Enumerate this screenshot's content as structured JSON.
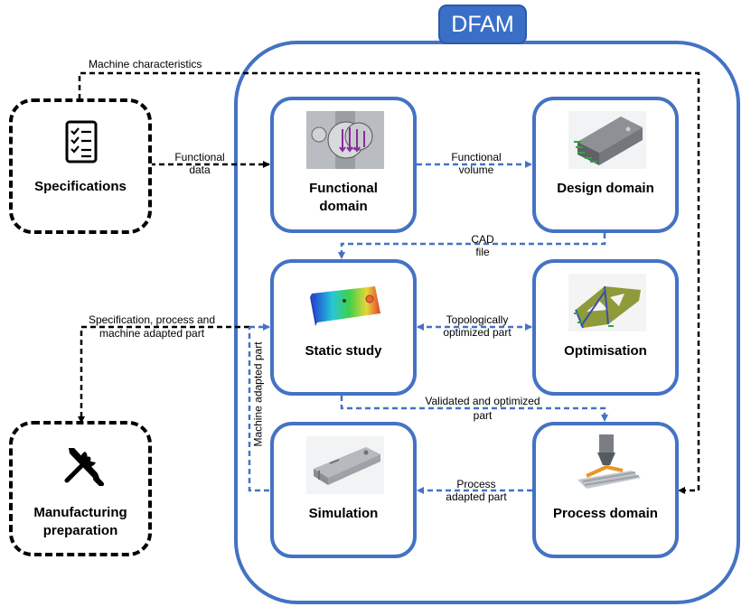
{
  "header": {
    "title": "DFAM"
  },
  "nodes": {
    "specifications": "Specifications",
    "manufacturing_line1": "Manufacturing",
    "manufacturing_line2": "preparation",
    "functional_line1": "Functional",
    "functional_line2": "domain",
    "design": "Design domain",
    "static": "Static study",
    "optimisation": "Optimisation",
    "simulation": "Simulation",
    "process": "Process domain"
  },
  "edges": {
    "machine_characteristics": "Machine characteristics",
    "functional_data_1": "Functional",
    "functional_data_2": "data",
    "functional_volume_1": "Functional",
    "functional_volume_2": "volume",
    "cad_file_1": "CAD",
    "cad_file_2": "file",
    "spec_process_1": "Specification, process and",
    "spec_process_2": "machine adapted part",
    "topo_1": "Topologically",
    "topo_2": "optimized part",
    "validated_1": "Validated and optimized",
    "validated_2": "part",
    "machine_adapted": "Machine adapted part",
    "process_adapted_1": "Process",
    "process_adapted_2": "adapted part"
  },
  "colors": {
    "accent_blue": "#4472c4",
    "dashed_black": "#000000",
    "tab_fill": "#3a6fc8"
  }
}
